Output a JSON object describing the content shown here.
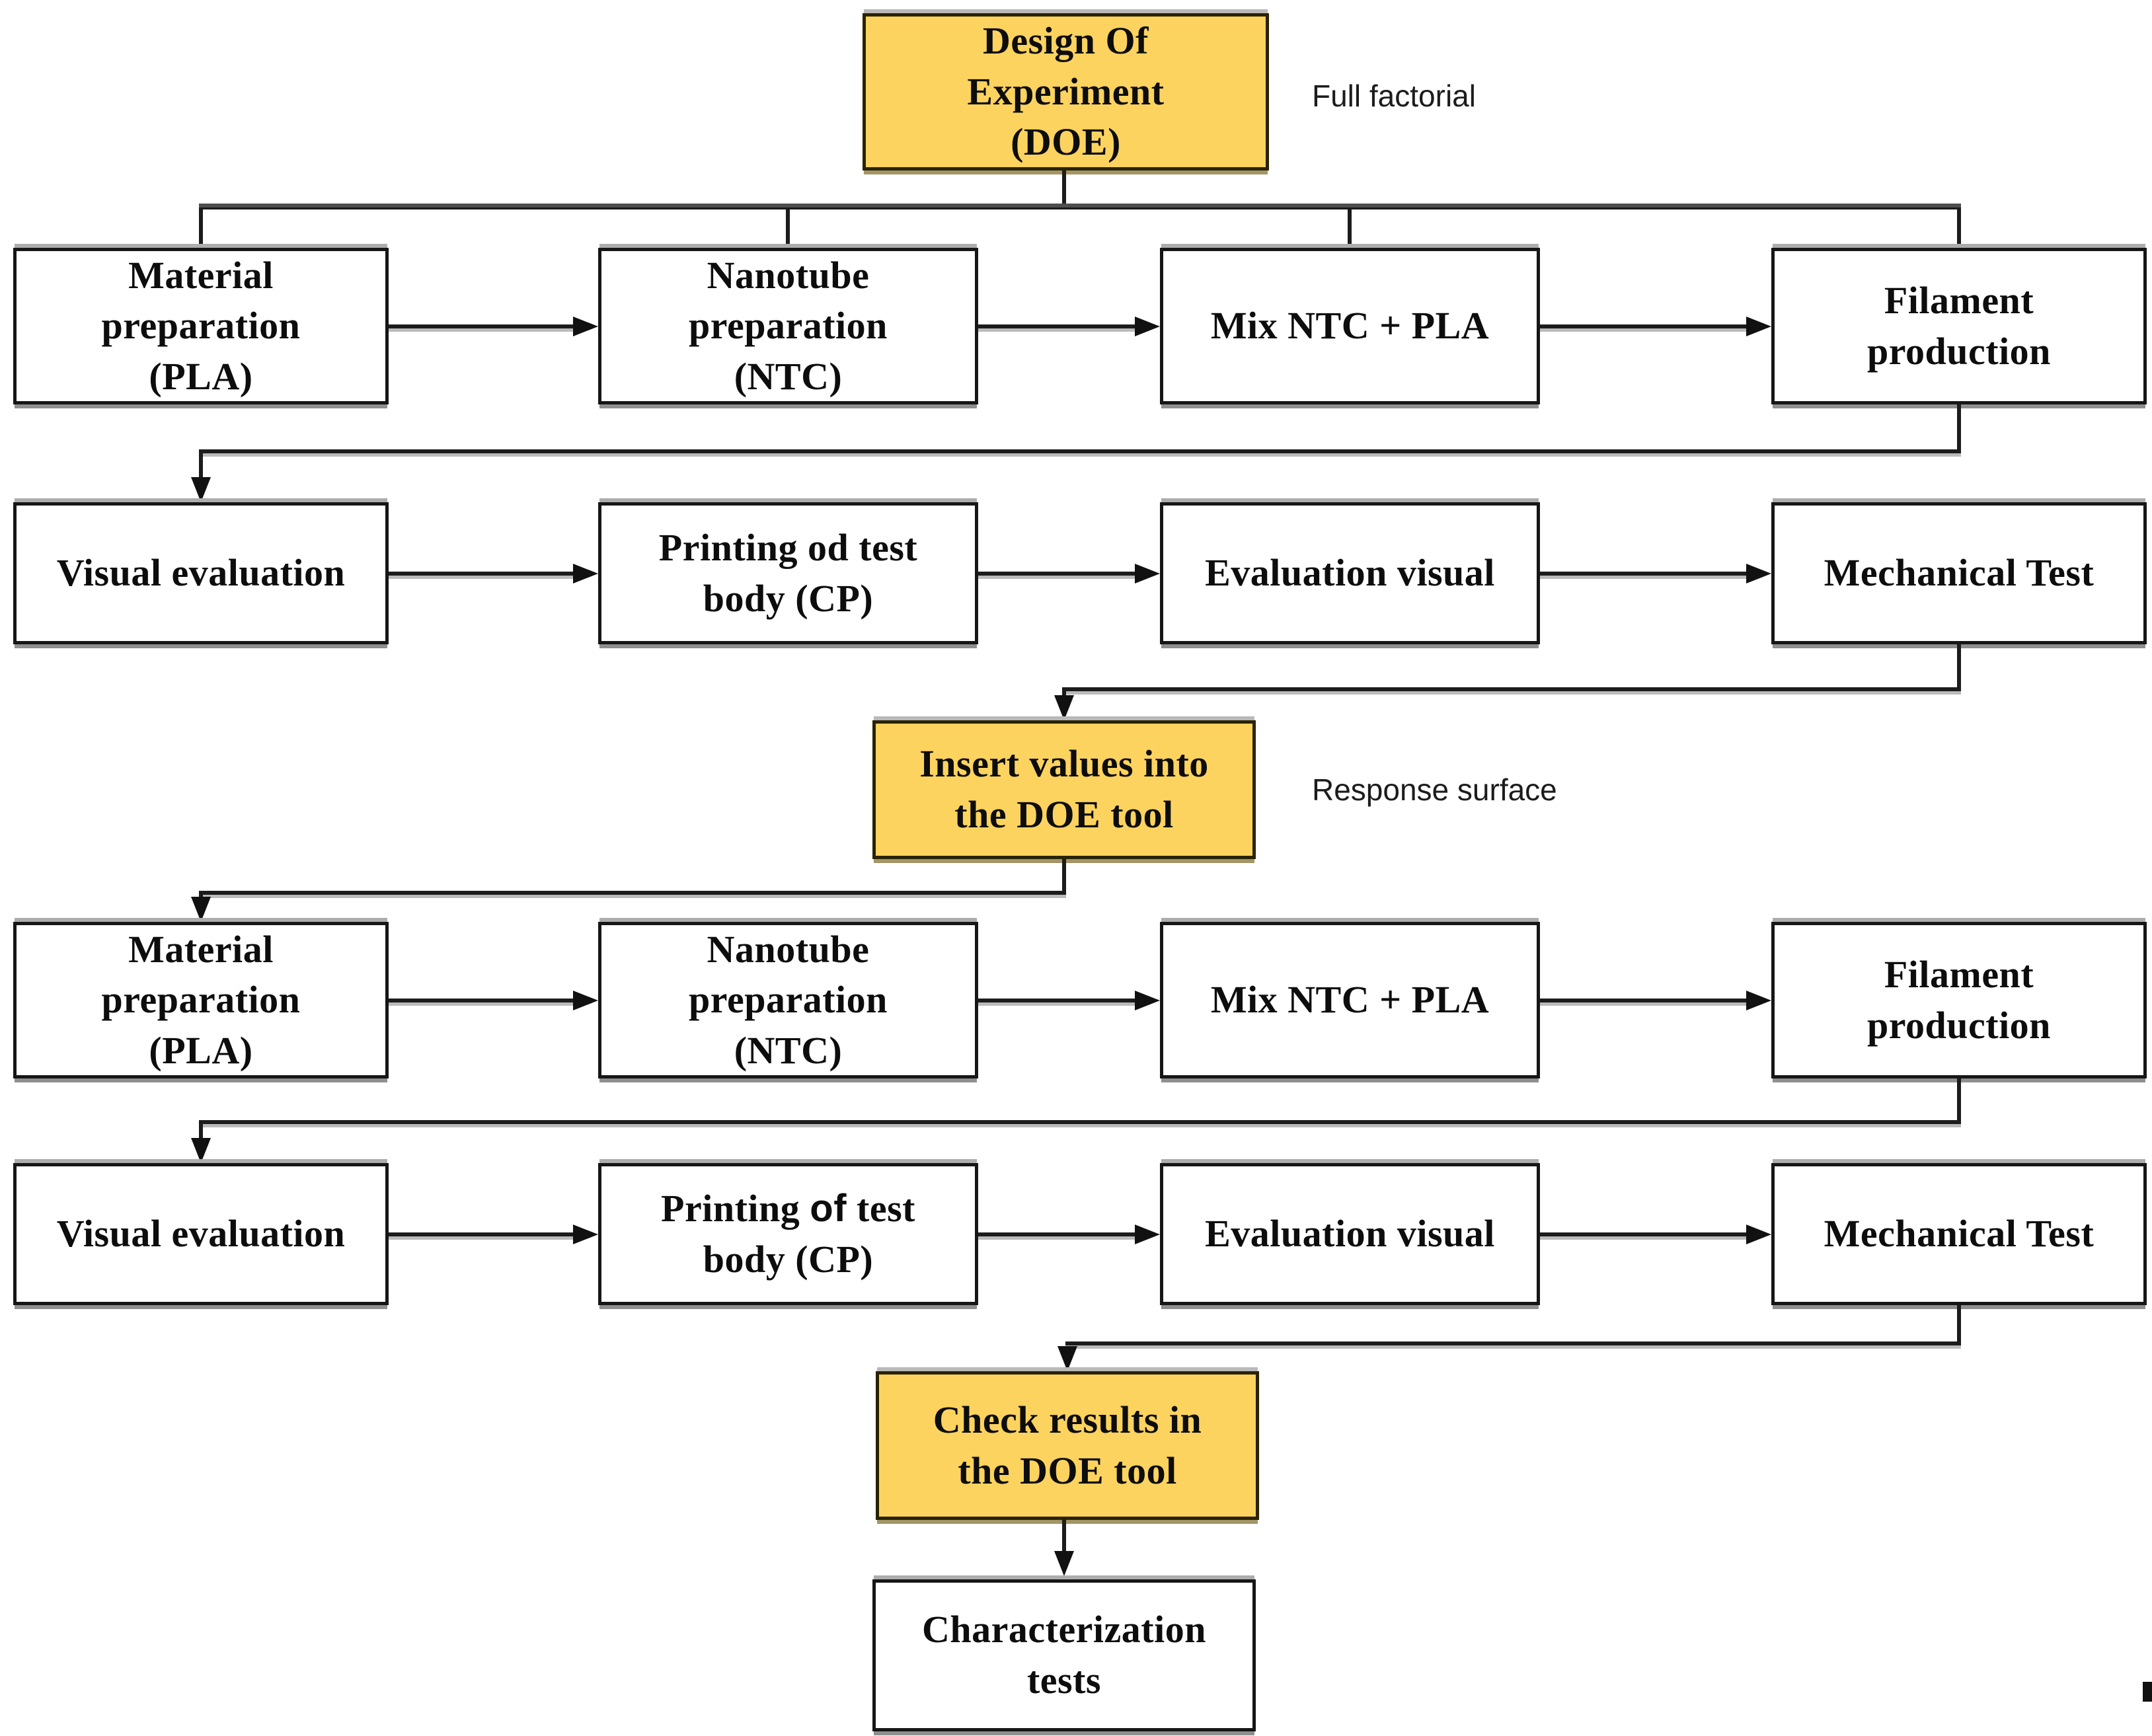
{
  "labels": {
    "full_factorial": "Full factorial",
    "response_surface": "Response surface"
  },
  "boxes": {
    "doe": "Design Of\nExperiment\n(DOE)",
    "insert_values": "Insert values into\nthe DOE tool",
    "check_results": "Check results in\nthe DOE tool",
    "characterization": "Characterization\ntests",
    "row1": {
      "material": "Material\npreparation\n(PLA)",
      "nanotube": "Nanotube\npreparation\n(NTC)",
      "mix": "Mix NTC + PLA",
      "filament": "Filament\nproduction"
    },
    "row2": {
      "visual": "Visual evaluation",
      "printing": "Printing od test\nbody (CP)",
      "evaluation": "Evaluation visual",
      "mechanical": "Mechanical Test"
    },
    "row3": {
      "material": "Material\npreparation\n(PLA)",
      "nanotube": "Nanotube\npreparation\n(NTC)",
      "mix": "Mix NTC + PLA",
      "filament": "Filament\nproduction"
    },
    "row4": {
      "visual": "Visual evaluation",
      "printing_parts": {
        "pre": "Printing ",
        "of": "of",
        "post": " test\nbody (CP)"
      },
      "evaluation": "Evaluation visual",
      "mechanical": "Mechanical Test"
    }
  },
  "colors": {
    "highlight_fill": "#FCD35F",
    "box_fill": "#FFFFFF",
    "line": "#1C1C1C"
  }
}
